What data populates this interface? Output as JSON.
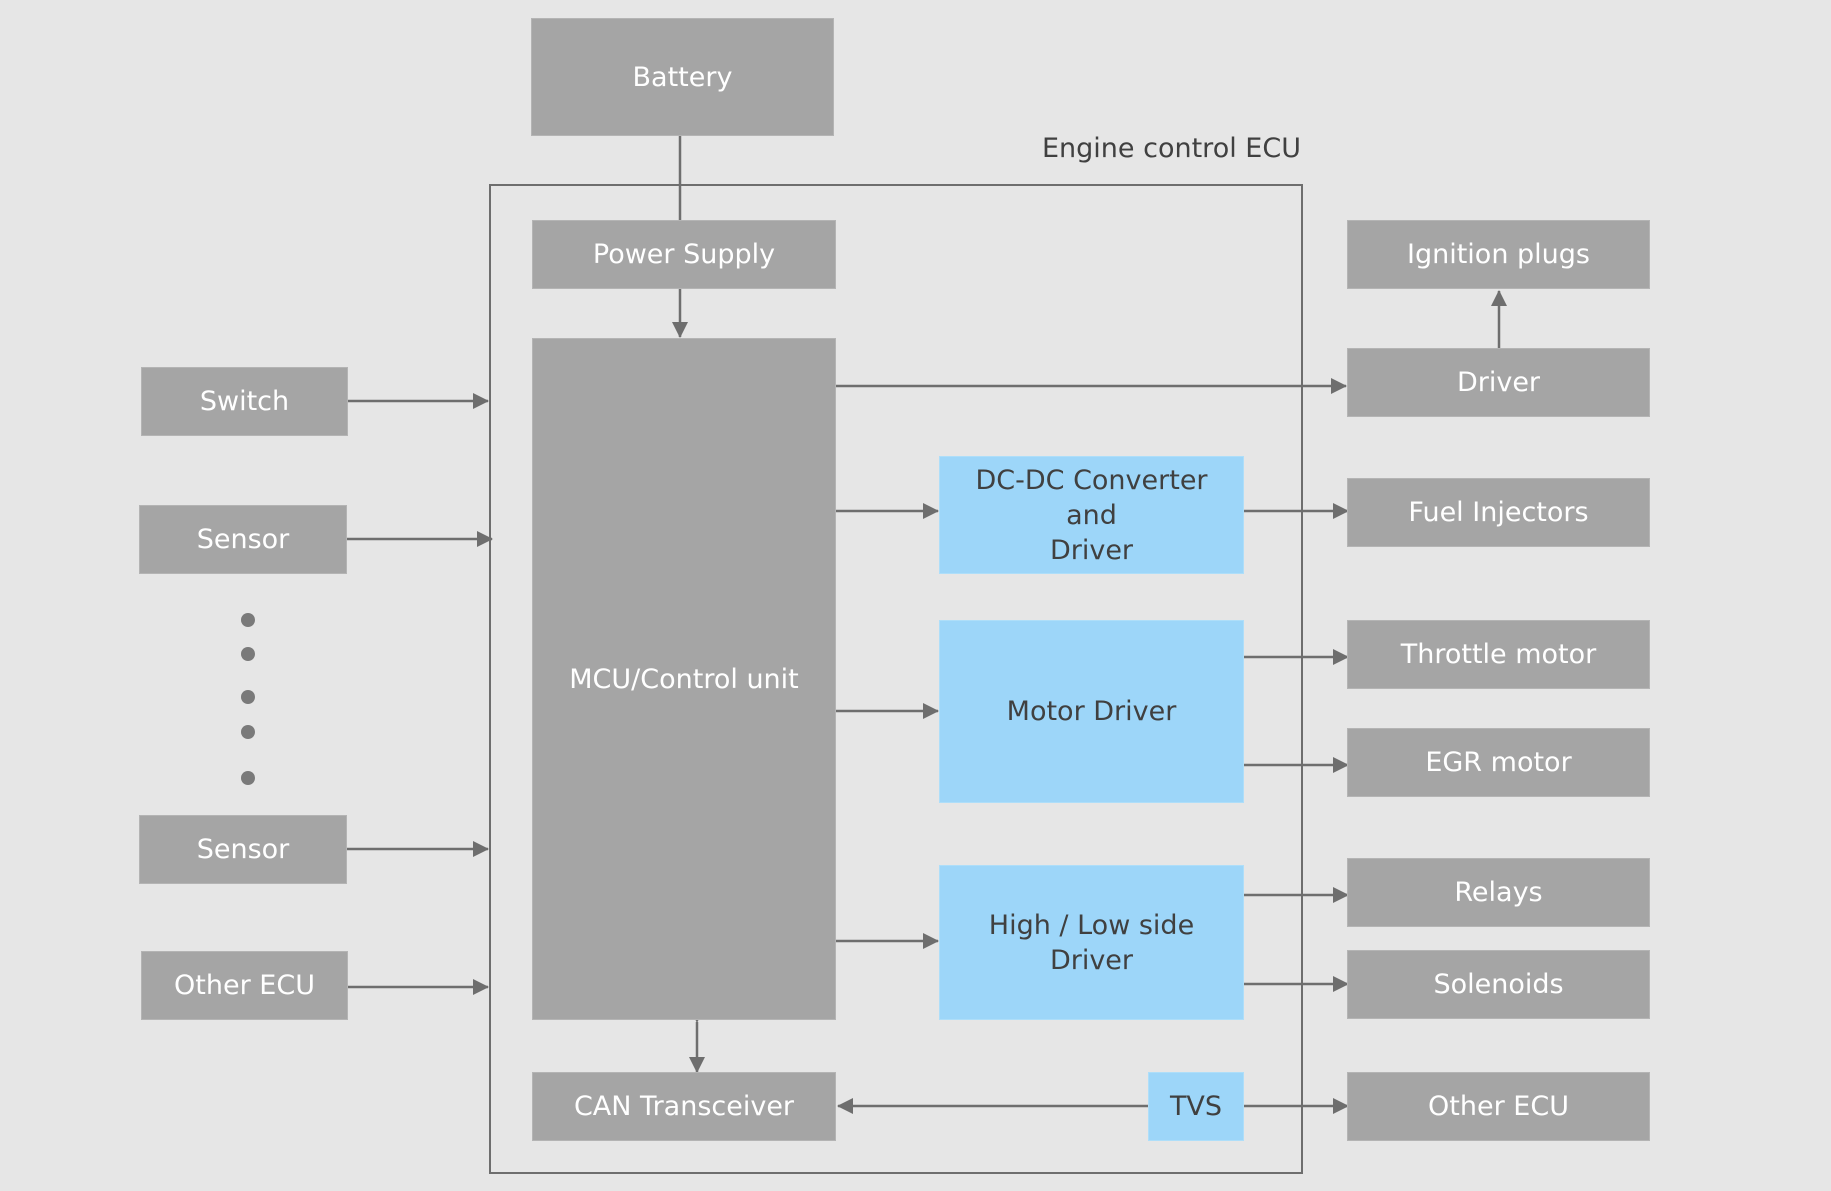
{
  "colors": {
    "background": "#e6e6e6",
    "box_gray": "#a5a5a5",
    "box_blue": "#9dd6f9",
    "line": "#6e6e6e",
    "text_light": "#ffffff",
    "text_dark": "#404040"
  },
  "ecu_title": "Engine control ECU",
  "blocks": {
    "battery": "Battery",
    "power_supply": "Power Supply",
    "mcu": "MCU/Control unit",
    "can_transceiver": "CAN Transceiver",
    "dcdc": "DC-DC Converter\nand\nDriver",
    "motor_driver": "Motor Driver",
    "hl_driver": "High / Low side\nDriver",
    "tvs": "TVS"
  },
  "inputs": {
    "switch": "Switch",
    "sensor_top": "Sensor",
    "sensor_bottom": "Sensor",
    "other_ecu": "Other ECU"
  },
  "outputs": {
    "ignition_plugs": "Ignition plugs",
    "driver": "Driver",
    "fuel_injectors": "Fuel Injectors",
    "throttle_motor": "Throttle motor",
    "egr_motor": "EGR motor",
    "relays": "Relays",
    "solenoids": "Solenoids",
    "other_ecu": "Other ECU"
  }
}
